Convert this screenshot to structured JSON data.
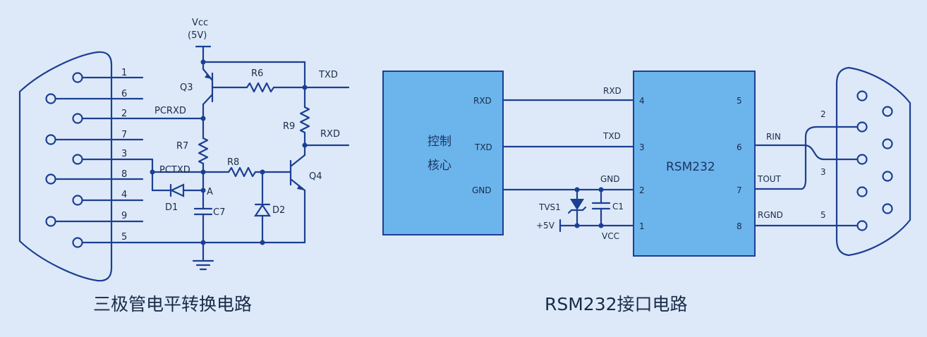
{
  "left": {
    "caption": "三极管电平转换电路",
    "vcc": "Vcc",
    "vcc_value": "(5V)",
    "pin_numbers": [
      "1",
      "6",
      "2",
      "7",
      "3",
      "8",
      "4",
      "9",
      "5"
    ],
    "components": {
      "q3": "Q3",
      "q4": "Q4",
      "r6": "R6",
      "r7": "R7",
      "r8": "R8",
      "r9": "R9",
      "d1": "D1",
      "d2": "D2",
      "c7": "C7"
    },
    "nets": {
      "txd": "TXD",
      "rxd": "RXD",
      "pcrxd": "PCRXD",
      "pctxd": "PCTXD",
      "node_a": "A"
    }
  },
  "right": {
    "caption": "RSM232接口电路",
    "core_line1": "控制",
    "core_line2": "核心",
    "core_pins": [
      "RXD",
      "TXD",
      "GND"
    ],
    "chip_label": "RSM232",
    "chip_left_signals": [
      "RXD",
      "TXD",
      "GND",
      "VCC"
    ],
    "chip_left_pins": [
      "4",
      "3",
      "2",
      "1"
    ],
    "chip_right_pins": [
      "5",
      "6",
      "7",
      "8"
    ],
    "chip_right_signals": [
      "RIN",
      "TOUT",
      "RGND"
    ],
    "tvs": "TVS1",
    "c1": "C1",
    "supply": "+5V",
    "db9_pins": [
      "2",
      "3",
      "5"
    ]
  },
  "colors": {
    "background": "#dde9f8",
    "wire": "#1c3f92",
    "block": "#6cb4ec",
    "text": "#1a2b4a"
  }
}
